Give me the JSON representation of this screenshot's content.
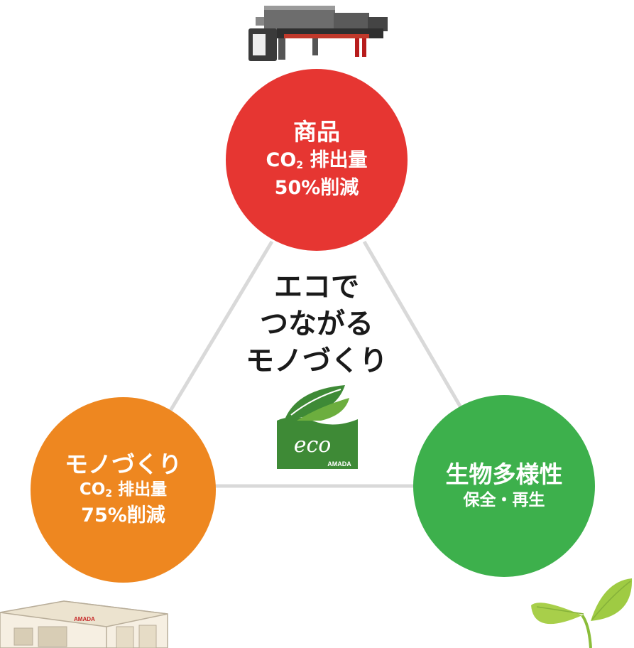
{
  "colors": {
    "product": "#e63632",
    "manufacturing": "#ee8720",
    "biodiversity": "#3db04c",
    "connector": "#d9d9d9",
    "eco_green": "#3e8a36"
  },
  "product": {
    "title": "商品",
    "co2_prefix": "CO",
    "co2_sub": "2",
    "co2_suffix": "排出量",
    "reduction": "50%削減"
  },
  "manufacturing": {
    "title": "モノづくり",
    "co2_prefix": "CO",
    "co2_sub": "2",
    "co2_suffix": "排出量",
    "reduction": "75%削減"
  },
  "biodiversity": {
    "title": "生物多様性",
    "subtitle": "保全・再生"
  },
  "center": {
    "line1": "エコで",
    "line2": "つながる",
    "line3": "モノづくり"
  },
  "eco_logo": {
    "word": "eco",
    "brand": "AMADA"
  },
  "building": {
    "sign": "AMADA"
  },
  "icons": [
    "machine-icon",
    "factory-icon",
    "leaf-sprout-icon",
    "eco-logo-icon"
  ]
}
